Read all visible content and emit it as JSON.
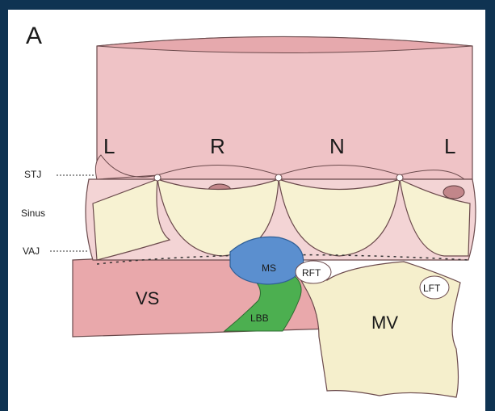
{
  "panel_label": "A",
  "cusp_labels": [
    "L",
    "R",
    "N",
    "L"
  ],
  "side_labels": {
    "stj": "STJ",
    "sinus": "Sinus",
    "vaj": "VAJ"
  },
  "structures": {
    "vs": "VS",
    "ms": "MS",
    "rft": "RFT",
    "lbb": "LBB",
    "mv": "MV",
    "lft": "LFT"
  },
  "colors": {
    "background": "#0f3352",
    "aorta": "#f0c4c6",
    "aorta_top": "#e8b0b4",
    "sinus": "#f3d3d4",
    "leaflet": "#f7f2d2",
    "septum": "#e8a9ac",
    "membranous_septum": "#5b8fcf",
    "left_bundle_branch": "#4caf50",
    "mitral_valve": "#f5efcc",
    "trigone": "#ffffff"
  }
}
